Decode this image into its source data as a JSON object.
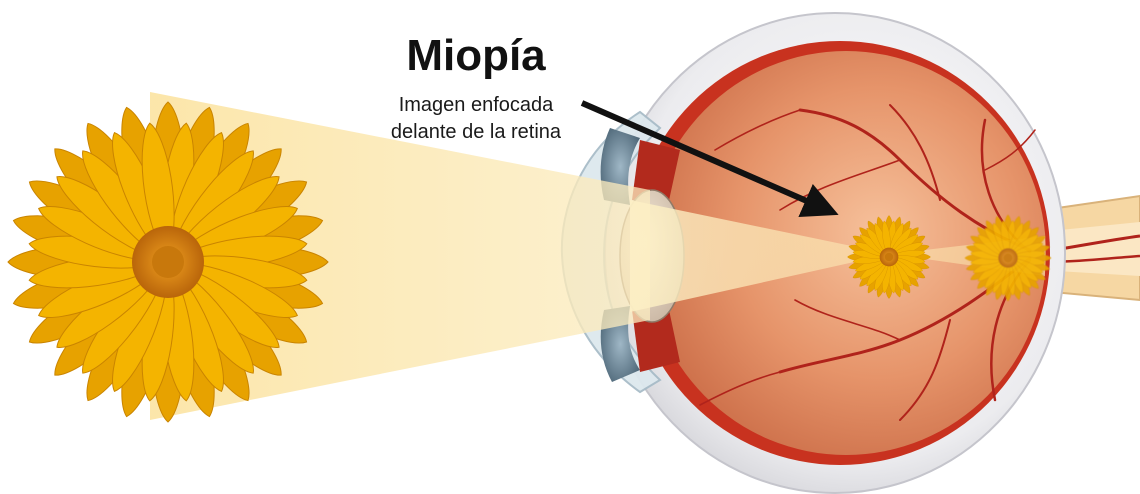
{
  "diagram": {
    "title": "Miopía",
    "caption": {
      "line1": "Imagen enfocada",
      "line2": "delante de la retina"
    }
  },
  "colors": {
    "light_beam": "#fce7a6",
    "petal": "#f4b400",
    "flower_center": "#d9860a",
    "sclera": "#e9e9ec",
    "choroid": "#c8321f",
    "retina_interior": "#e69468",
    "blood_vessel": "#b0231b",
    "arrow": "#111111"
  },
  "icons": {
    "object": "flower-icon",
    "focused_image": "flower-icon",
    "blurred_image": "flower-icon"
  }
}
